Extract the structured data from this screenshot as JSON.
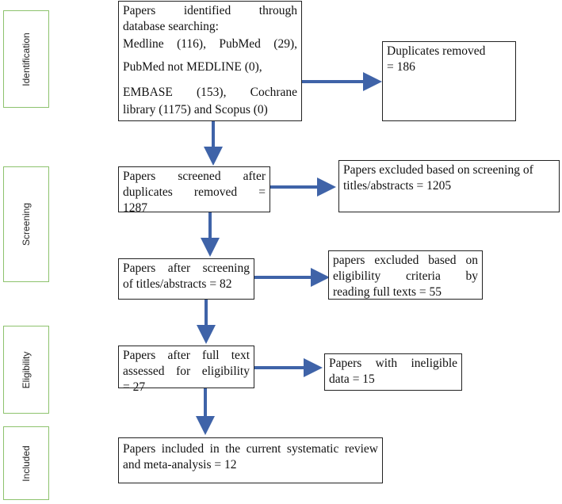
{
  "stages": [
    "Identification",
    "Screening",
    "Eligibility",
    "Included"
  ],
  "boxes": {
    "identified": [
      "Papers identified through",
      "database searching:",
      "Medline (116), PubMed (29),",
      "PubMed not MEDLINE (0),",
      "EMBASE (153), Cochrane",
      "library (1175) and Scopus (0)"
    ],
    "duplicates": [
      "Duplicates removed",
      "= 186"
    ],
    "screened": [
      "Papers screened after",
      "duplicates removed =",
      "1287"
    ],
    "excluded_abstracts": [
      "Papers excluded based on screening of",
      "titles/abstracts = 1205"
    ],
    "after_screening": [
      "Papers after screening",
      "of titles/abstracts = 82"
    ],
    "excluded_fulltext": [
      "papers excluded based on",
      "eligibility criteria by",
      "reading full texts = 55"
    ],
    "fulltext_assessed": [
      "Papers after full text",
      "assessed for eligibility",
      "= 27"
    ],
    "ineligible": [
      "Papers with ineligible",
      "data = 15"
    ],
    "included": [
      "Papers included in the current systematic review",
      "and meta-analysis = 12"
    ]
  }
}
